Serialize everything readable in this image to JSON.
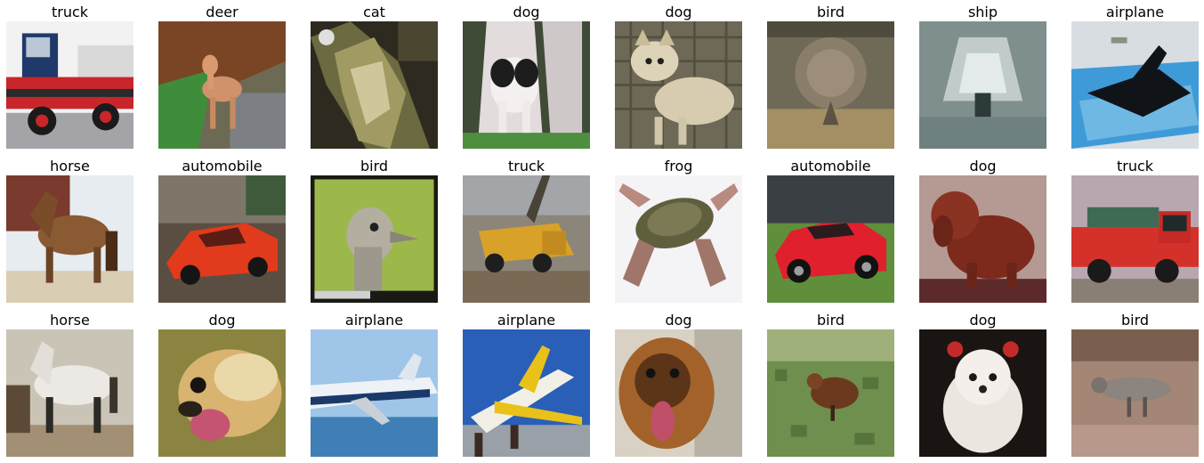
{
  "panels": [
    {
      "label": "truck",
      "subject": "truck-icon"
    },
    {
      "label": "deer",
      "subject": "deer-icon"
    },
    {
      "label": "cat",
      "subject": "cat-icon"
    },
    {
      "label": "dog",
      "subject": "dog-icon"
    },
    {
      "label": "dog",
      "subject": "dog-icon"
    },
    {
      "label": "bird",
      "subject": "bird-icon"
    },
    {
      "label": "ship",
      "subject": "ship-icon"
    },
    {
      "label": "airplane",
      "subject": "airplane-icon"
    },
    {
      "label": "horse",
      "subject": "horse-icon"
    },
    {
      "label": "automobile",
      "subject": "automobile-icon"
    },
    {
      "label": "bird",
      "subject": "bird-icon"
    },
    {
      "label": "truck",
      "subject": "truck-icon"
    },
    {
      "label": "frog",
      "subject": "frog-icon"
    },
    {
      "label": "automobile",
      "subject": "automobile-icon"
    },
    {
      "label": "dog",
      "subject": "dog-icon"
    },
    {
      "label": "truck",
      "subject": "truck-icon"
    },
    {
      "label": "horse",
      "subject": "horse-icon"
    },
    {
      "label": "dog",
      "subject": "dog-icon"
    },
    {
      "label": "airplane",
      "subject": "airplane-icon"
    },
    {
      "label": "airplane",
      "subject": "airplane-icon"
    },
    {
      "label": "dog",
      "subject": "dog-icon"
    },
    {
      "label": "bird",
      "subject": "bird-icon"
    },
    {
      "label": "dog",
      "subject": "dog-icon"
    },
    {
      "label": "bird",
      "subject": "bird-icon"
    }
  ],
  "scene_colors": {
    "truck_red": "#c8262a",
    "sky_blue": "#9fc6e8",
    "grass_green": "#5f8f3a",
    "bird_green_bg": "#9cb84a"
  }
}
